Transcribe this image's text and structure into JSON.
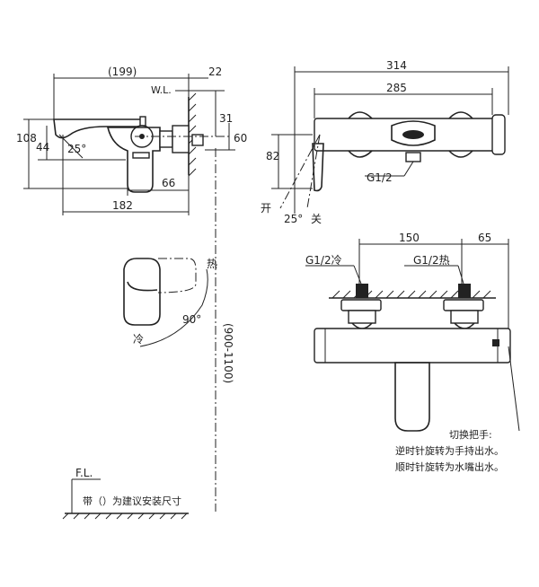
{
  "left_view": {
    "dim_199": "(199)",
    "dim_22": "22",
    "wl_label": "W.L.",
    "dim_31": "31",
    "dim_60": "60",
    "dim_108": "108",
    "dim_44": "44",
    "angle_25": "25°",
    "dim_66": "66",
    "dim_182": "182"
  },
  "right_view": {
    "dim_314": "314",
    "dim_285": "285",
    "dim_82": "82",
    "inlet_label": "G1/2",
    "open_label": "开",
    "close_label": "关",
    "angle_25": "25°"
  },
  "handle_view": {
    "hot_label": "热",
    "cold_label": "冷",
    "angle_90": "90°"
  },
  "wall_view": {
    "dim_150": "150",
    "dim_65": "65",
    "cold_inlet": "G1/2冷",
    "hot_inlet": "G1/2热"
  },
  "height_range": "(900-1100)",
  "notes": {
    "line1": "切换把手:",
    "line2": "逆时针旋转为手持出水。",
    "line3": "顺时针旋转为水嘴出水。"
  },
  "floor_label": "F.L.",
  "footnote": "带（）为建议安装尺寸"
}
